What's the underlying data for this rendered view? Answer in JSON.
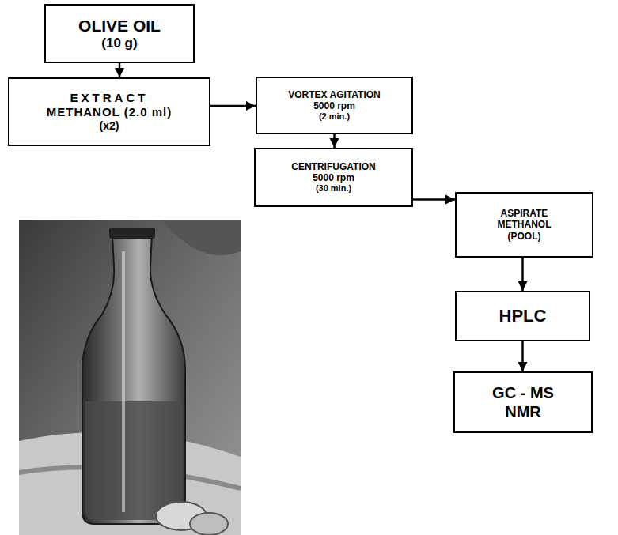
{
  "diagram": {
    "nodes": [
      {
        "text": [
          "OLIVE OIL",
          "(10 g)"
        ]
      },
      {
        "text": [
          "EXTRACT",
          "METHANOL (2.0 ml)",
          "(x2)"
        ]
      },
      {
        "text": [
          "VORTEX AGITATION",
          "5000 rpm",
          "(2 min.)"
        ]
      },
      {
        "text": [
          "CENTRIFUGATION",
          "5000 rpm",
          "(30 min.)"
        ]
      },
      {
        "text": [
          "ASPIRATE",
          "METHANOL",
          "(POOL)"
        ]
      },
      {
        "text": [
          "HPLC"
        ]
      },
      {
        "text": [
          "GC - MS",
          "NMR"
        ]
      }
    ],
    "edges": [
      {
        "from": 0,
        "to": 1,
        "arrow": "to"
      },
      {
        "from": 1,
        "to": 2,
        "arrow": "to"
      },
      {
        "from": 2,
        "to": 3,
        "arrow": "to"
      },
      {
        "from": 3,
        "to": 4,
        "arrow": "to"
      },
      {
        "from": 4,
        "to": 5,
        "arrow": "to"
      },
      {
        "from": 5,
        "to": 6,
        "arrow": "to"
      }
    ]
  }
}
